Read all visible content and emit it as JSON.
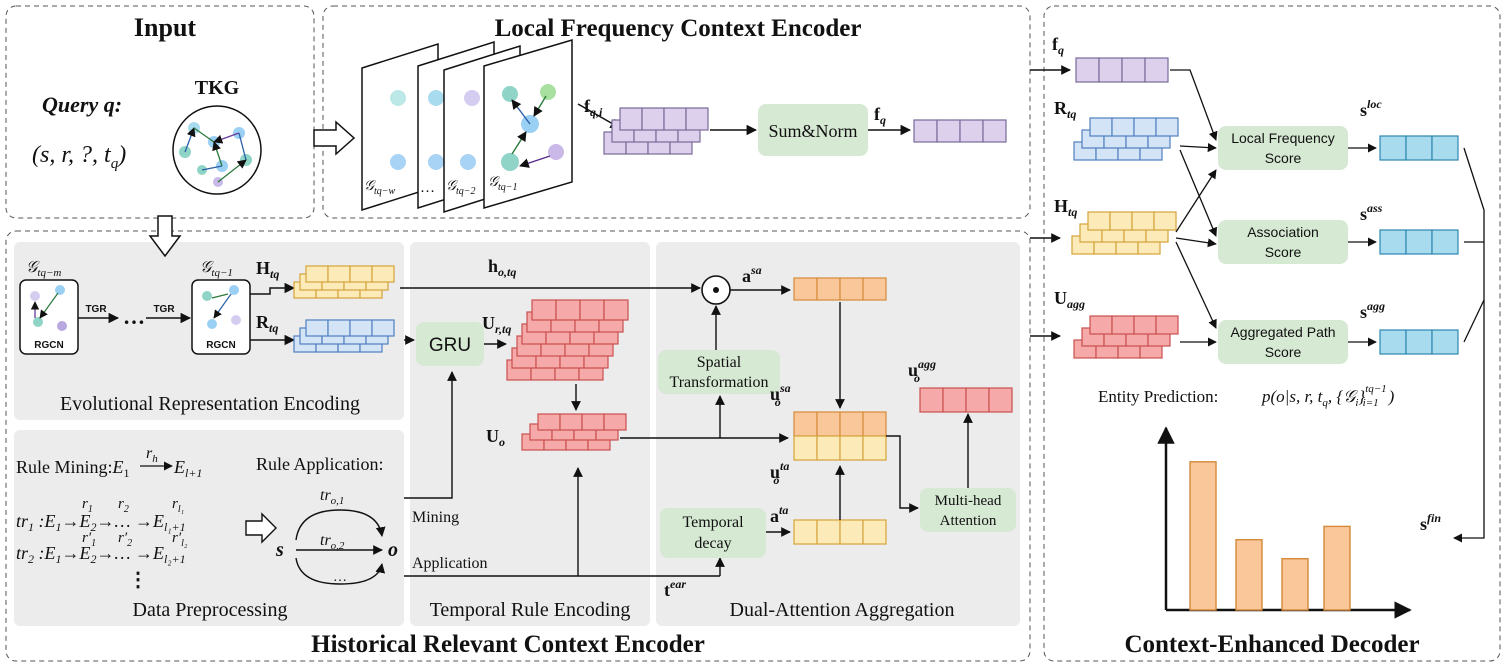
{
  "panels": {
    "input": "Input",
    "local_encoder": "Local Frequency Context Encoder",
    "historical_encoder": "Historical Relevant Context Encoder",
    "decoder": "Context-Enhanced Decoder"
  },
  "input": {
    "query_label": "Query q:",
    "query": "(s, r, ?, t",
    "query_sub": "q",
    "query_close": ")",
    "tkg": "TKG"
  },
  "local": {
    "snapshots": [
      "𝒢",
      "…",
      "𝒢",
      "𝒢"
    ],
    "snapshot_subs": [
      "tq−w",
      "",
      "tq−2",
      "tq−1"
    ],
    "f_qi": "f",
    "f_qi_sub": "q,i",
    "sum_norm": "Sum&Norm",
    "f_q": "f",
    "f_q_sub": "q"
  },
  "evolution": {
    "g_m": "𝒢",
    "g_m_sub": "tq−m",
    "g_1": "𝒢",
    "g_1_sub": "tq−1",
    "tgr": "TGR",
    "dots": "…",
    "rgcn": "RGCN",
    "H": "H",
    "H_sub": "tq",
    "R": "R",
    "R_sub": "tq",
    "caption": "Evolutional Representation Encoding"
  },
  "preprocess": {
    "rule_mining": "Rule Mining:",
    "rule_application": "Rule Application:",
    "tr1": "tr",
    "tr2": "tr",
    "s": "s",
    "o": "o",
    "tr_o1": "tr",
    "tr_o2": "tr",
    "more": "…",
    "caption": "Data Preprocessing"
  },
  "temporal": {
    "gru": "GRU",
    "h_ot": "h",
    "U_r": "U",
    "U_o": "U",
    "mining": "Mining",
    "application": "Application",
    "caption": "Temporal Rule Encoding"
  },
  "dual": {
    "a_sa": "a",
    "spatial": [
      "Spatial",
      "Transformation"
    ],
    "u_sa": "u",
    "u_ta": "u",
    "u_agg": "u",
    "temporal_decay": [
      "Temporal",
      "decay"
    ],
    "a_ta": "a",
    "t_ear": "t",
    "multihead": [
      "Multi-head",
      "Attention"
    ],
    "caption": "Dual-Attention Aggregation"
  },
  "decoder": {
    "f_q": "f",
    "R": "R",
    "H": "H",
    "U_agg": "U",
    "local_score": [
      "Local Frequency",
      "Score"
    ],
    "assoc_score": [
      "Association",
      "Score"
    ],
    "agg_score": [
      "Aggregated Path",
      "Score"
    ],
    "s_loc": "loc",
    "s_ass": "ass",
    "s_agg": "agg",
    "s_fin": "fin",
    "prediction": "Entity Prediction:",
    "bars": [
      0.78,
      0.37,
      0.27,
      0.44
    ]
  },
  "colors": {
    "purple": "#ddd0ec",
    "purple_stroke": "#7a6a9a",
    "blue": "#d4e4f7",
    "blue_stroke": "#4f7fc0",
    "yellow": "#fcebb8",
    "yellow_stroke": "#d4a23a",
    "red": "#f5a9a8",
    "red_stroke": "#c94f4f",
    "orange": "#f9c79a",
    "orange_stroke": "#d48a3a",
    "cyan": "#a9dbee",
    "cyan_stroke": "#2d86b0",
    "green": "#d6e9d3",
    "bar": "#f9c79a"
  }
}
